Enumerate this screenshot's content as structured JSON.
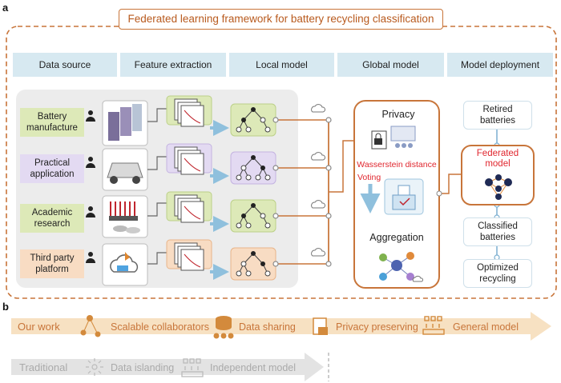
{
  "panel_a": {
    "letter": "a",
    "title": "Federated learning framework for battery recycling classification",
    "stages": [
      "Data source",
      "Feature extraction",
      "Local model",
      "Global model",
      "Model deployment"
    ],
    "sources": [
      {
        "label": "Battery\nmanufacture",
        "theme": "green"
      },
      {
        "label": "Practical\napplication",
        "theme": "purple"
      },
      {
        "label": "Academic\nresearch",
        "theme": "green"
      },
      {
        "label": "Third party\nplatform",
        "theme": "orange"
      }
    ],
    "global": {
      "privacy": "Privacy",
      "wasserstein": "Wasserstein distance",
      "voting": "Voting",
      "aggregation": "Aggregation"
    },
    "deployment": {
      "retired": "Retired\nbatteries",
      "federated": "Federated\nmodel",
      "classified": "Classified\nbatteries",
      "optimized": "Optimized\nrecycling"
    }
  },
  "panel_b": {
    "letter": "b",
    "our_work": {
      "label": "Our work",
      "items": [
        "Scalable collaborators",
        "Data sharing",
        "Privacy preserving",
        "General model"
      ]
    },
    "traditional": {
      "label": "Traditional",
      "items": [
        "Data islanding",
        "Independent model"
      ]
    }
  },
  "colors": {
    "accent_orange": "#c8753a",
    "stage_blue": "#d7e9f1",
    "green": "#dde9b8",
    "purple": "#e3daf2",
    "orange": "#f8dcc3",
    "red_text": "#e0262e"
  }
}
